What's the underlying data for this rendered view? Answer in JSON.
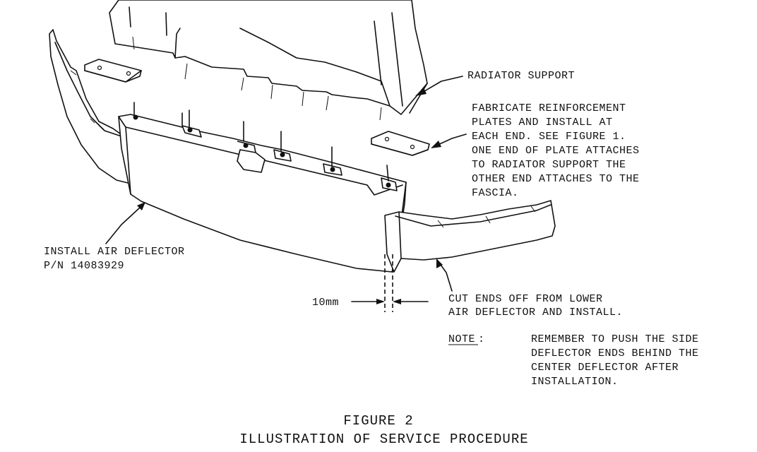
{
  "labels": {
    "radiator_support": "RADIATOR SUPPORT",
    "fabricate": [
      "FABRICATE REINFORCEMENT",
      "PLATES AND INSTALL AT",
      "EACH END.  SEE FIGURE 1.",
      "ONE END OF PLATE ATTACHES",
      "TO RADIATOR SUPPORT THE",
      "OTHER END ATTACHES TO THE",
      "FASCIA."
    ],
    "install": [
      "INSTALL AIR DEFLECTOR",
      "P/N 14083929"
    ],
    "cut": [
      "CUT ENDS OFF FROM LOWER",
      "AIR DEFLECTOR AND INSTALL."
    ],
    "dimension": "10mm",
    "note_heading": "NOTE",
    "note_colon": ":",
    "note": [
      "REMEMBER TO PUSH THE SIDE",
      "DEFLECTOR ENDS BEHIND THE",
      "CENTER DEFLECTOR AFTER",
      "INSTALLATION."
    ]
  },
  "caption": {
    "line1": "FIGURE 2",
    "line2": "ILLUSTRATION OF SERVICE PROCEDURE"
  }
}
